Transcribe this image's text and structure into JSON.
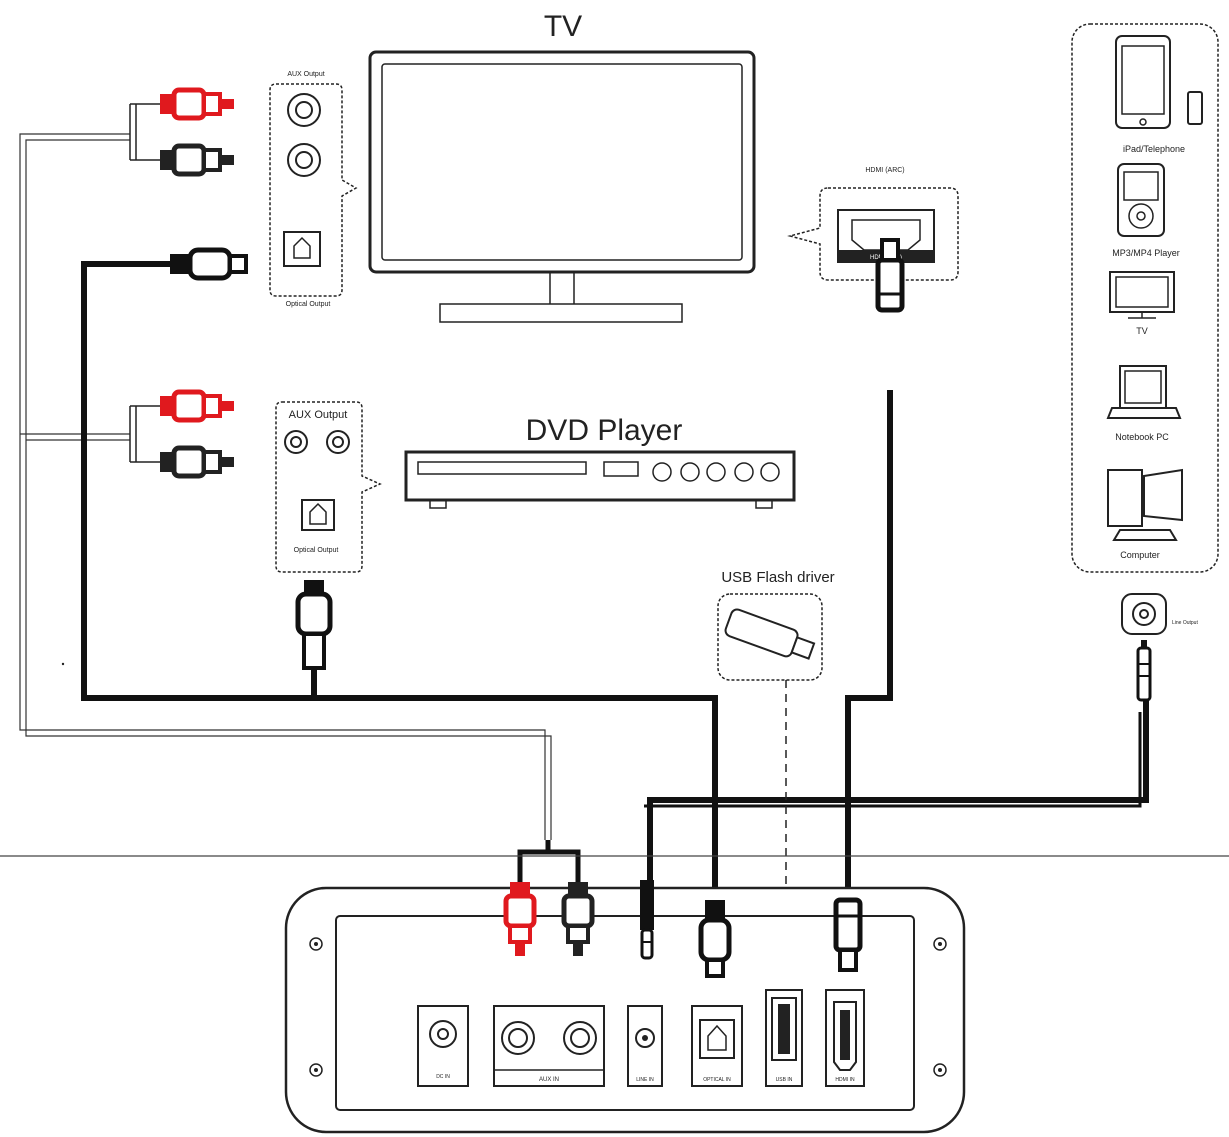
{
  "labels": {
    "tv": "TV",
    "tv_aux_output": "AUX Output",
    "tv_optical_output": "Optical Output",
    "hdmi_arc": "HDMI (ARC)",
    "hdmi_arc_port": "HDMI(ARC)",
    "dvd_player": "DVD Player",
    "dvd_aux_output": "AUX Output",
    "dvd_optical_output": "Optical Output",
    "usb_flash_driver": "USB Flash driver",
    "line_output": "Line Output"
  },
  "source_devices": [
    {
      "label": "iPad/Telephone",
      "icon": "phone-tablet-icon"
    },
    {
      "label": "MP3/MP4 Player",
      "icon": "mp3-player-icon"
    },
    {
      "label": "TV",
      "icon": "tv-icon"
    },
    {
      "label": "Notebook PC",
      "icon": "laptop-icon"
    },
    {
      "label": "Computer",
      "icon": "desktop-computer-icon"
    }
  ],
  "soundbar_ports": [
    {
      "label": "DC IN",
      "icon": "dc-power-port-icon"
    },
    {
      "label": "AUX IN",
      "icon": "rca-pair-port-icon"
    },
    {
      "label": "LINE IN",
      "icon": "line-in-jack-icon"
    },
    {
      "label": "OPTICAL IN",
      "icon": "optical-port-icon"
    },
    {
      "label": "USB IN",
      "icon": "usb-port-icon"
    },
    {
      "label": "HDMI IN",
      "icon": "hdmi-port-icon"
    }
  ],
  "colors": {
    "rca_red": "#e0191e",
    "rca_white": "#222222",
    "cable": "#111111",
    "outline": "#222222"
  }
}
